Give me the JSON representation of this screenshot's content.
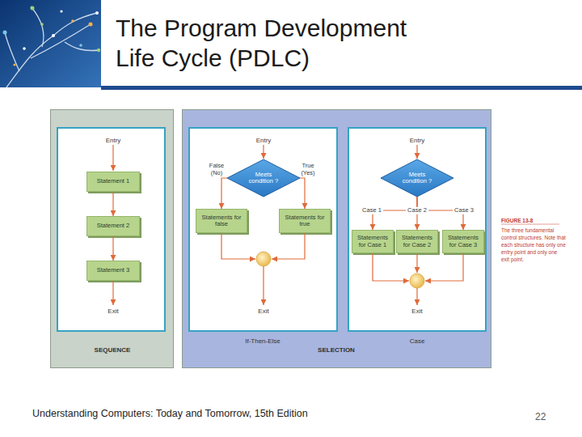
{
  "diagram": {
    "title": "The Program Development Life Cycle (PDLC)",
    "nodes": [
      {
        "text": [
          "SEQUENCE"
        ]
      },
      {
        "text": [
          "Entry",
          "Exit"
        ],
        "in": 0
      },
      {
        "text": [
          "Statement 1"
        ],
        "in": 1
      },
      {
        "text": [
          "Statement 2"
        ],
        "in": 1
      },
      {
        "text": [
          "Statement 3"
        ],
        "in": 1
      },
      {
        "text": [
          "SELECTION"
        ]
      },
      {
        "text": [
          "Entry",
          "Exit",
          "If-Then-Else"
        ],
        "in": 5
      },
      {
        "text": [
          "Meets condition ?"
        ],
        "in": 6
      },
      {
        "text": [
          "Statements for false"
        ],
        "in": 6
      },
      {
        "text": [
          "Statements for true"
        ],
        "in": 6
      },
      {
        "text": [
          "Entry",
          "Exit",
          "Case"
        ],
        "in": 5
      },
      {
        "text": [
          "Meets condition ?"
        ],
        "in": 10
      },
      {
        "text": [
          "Statements for Case 1"
        ],
        "in": 10
      },
      {
        "text": [
          "Statements for Case 2"
        ],
        "in": 10
      },
      {
        "text": [
          "Statements for Case 3"
        ],
        "in": 10
      }
    ],
    "edges": [
      {
        "from": 2,
        "to": 3,
        "arrow": "to"
      },
      {
        "from": 3,
        "to": 4,
        "arrow": "to"
      },
      {
        "from": 7,
        "to": 8,
        "label": "False (No)",
        "arrow": "to"
      },
      {
        "from": 7,
        "to": 9,
        "label": "True (Yes)",
        "arrow": "to"
      },
      {
        "from": 11,
        "to": 12,
        "label": "Case 1",
        "arrow": "to"
      },
      {
        "from": 11,
        "to": 13,
        "label": "Case 2",
        "arrow": "to"
      },
      {
        "from": 11,
        "to": 14,
        "label": "Case 3",
        "arrow": "to"
      }
    ],
    "labels": [
      "FIGURE 13-8",
      "The three fundamental control structures. Note that each structure has only one entry point and only one exit point.",
      "Understanding Computers: Today and Tomorrow, 15th Edition",
      "22"
    ]
  }
}
